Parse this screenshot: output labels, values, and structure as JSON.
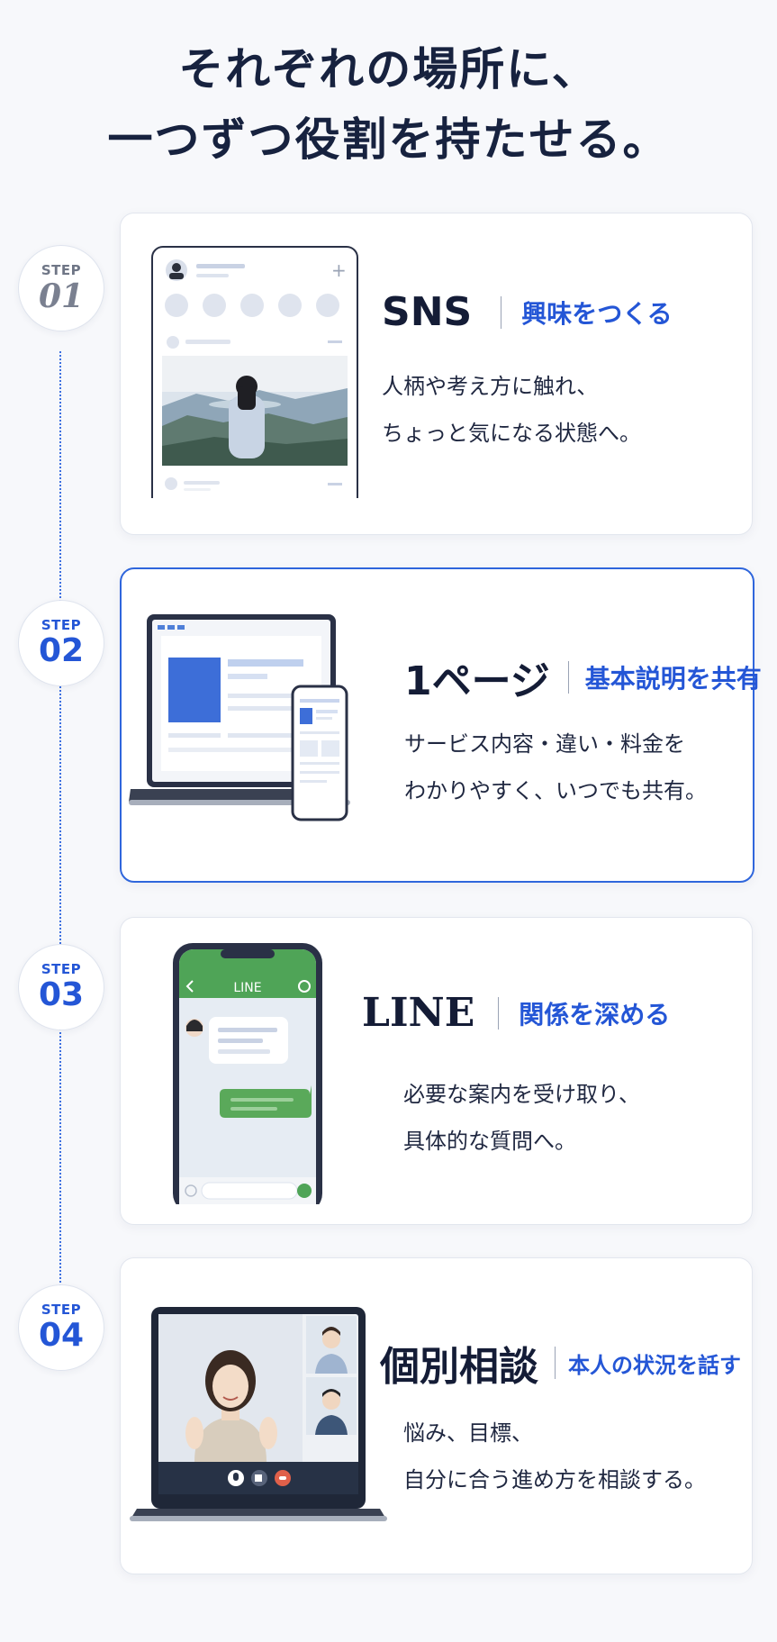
{
  "headline": {
    "line1": "それぞれの場所に、",
    "line2": "一つずつ役割を持たせる。"
  },
  "steps": [
    {
      "step_word": "STEP",
      "number": "01",
      "title": "SNS",
      "subtitle": "興味をつくる",
      "description": [
        "人柄や考え方に触れ、",
        "ちょっと気になる状態へ。"
      ],
      "illustration": "sns-feed-illustration"
    },
    {
      "step_word": "STEP",
      "number": "02",
      "title": "1ページ",
      "subtitle": "基本説明を共有",
      "description": [
        "サービス内容・違い・料金を",
        "わかりやすく、いつでも共有。"
      ],
      "illustration": "laptop-phone-webpage-illustration"
    },
    {
      "step_word": "STEP",
      "number": "03",
      "title": "LINE",
      "subtitle": "関係を深める",
      "description": [
        "必要な案内を受け取り、",
        "具体的な質問へ。"
      ],
      "illustration": "line-chat-phone-illustration",
      "phone_header": "LINE"
    },
    {
      "step_word": "STEP",
      "number": "04",
      "title": "個別相談",
      "subtitle": "本人の状況を話す",
      "description": [
        "悩み、目標、",
        "自分に合う進め方を相談する。"
      ],
      "illustration": "video-call-laptop-illustration"
    }
  ],
  "colors": {
    "accent": "#2456d6",
    "heading": "#17223f",
    "line_green": "#5aa95a",
    "background": "#f7f8fb"
  }
}
